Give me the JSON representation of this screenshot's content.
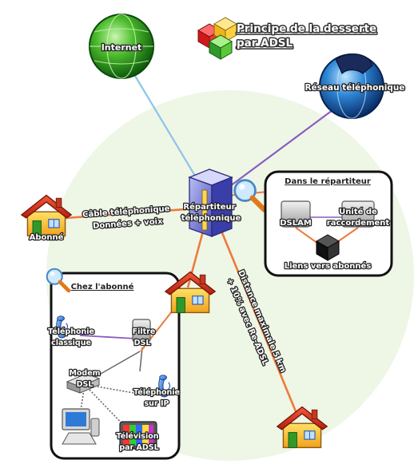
{
  "title": {
    "line1": "Principe de la desserte",
    "line2": "par ADSL"
  },
  "nodes": {
    "internet": "Internet",
    "phone_network": "Réseau téléphonique",
    "repartiteur_line1": "Répartiteur",
    "repartiteur_line2": "téléphonique",
    "abonne": "Abonné"
  },
  "links": {
    "cable_line1": "Câble téléphonique",
    "cable_line2": "Données + voix",
    "distance_line1": "Distance maximale 5 km",
    "distance_line2": "+ 10% avec Re-ADSL"
  },
  "repartiteur_box": {
    "title": "Dans le répartiteur",
    "dslam": "DSLAM",
    "unite_line1": "Unité de",
    "unite_line2": "raccordement",
    "liens": "Liens vers abonnés"
  },
  "abonne_box": {
    "title": "Chez l'abonné",
    "telephonie_classique_line1": "Téléphonie",
    "telephonie_classique_line2": "classique",
    "filtre_line1": "Filtre",
    "filtre_line2": "DSL",
    "modem_line1": "Modem",
    "modem_line2": "DSL",
    "telephonie_ip_line1": "Téléphonie",
    "telephonie_ip_line2": "sur IP",
    "television_line1": "Télévision",
    "television_line2": "par ADSL"
  },
  "colors": {
    "background_blob": "#eef6e6",
    "link_internet": "#8cc4e8",
    "link_phone": "#8a5cc2",
    "link_cable": "#ee7a3c",
    "box_border": "#111111",
    "box_fill": "#ffffff"
  },
  "icons": [
    "globe-icon",
    "phone-globe-icon",
    "cubes-logo-icon",
    "server-icon",
    "magnifier-icon",
    "house-icon",
    "dslam-icon",
    "cube-icon",
    "phone-icon",
    "filter-icon",
    "modem-icon",
    "computer-icon",
    "tv-icon"
  ]
}
